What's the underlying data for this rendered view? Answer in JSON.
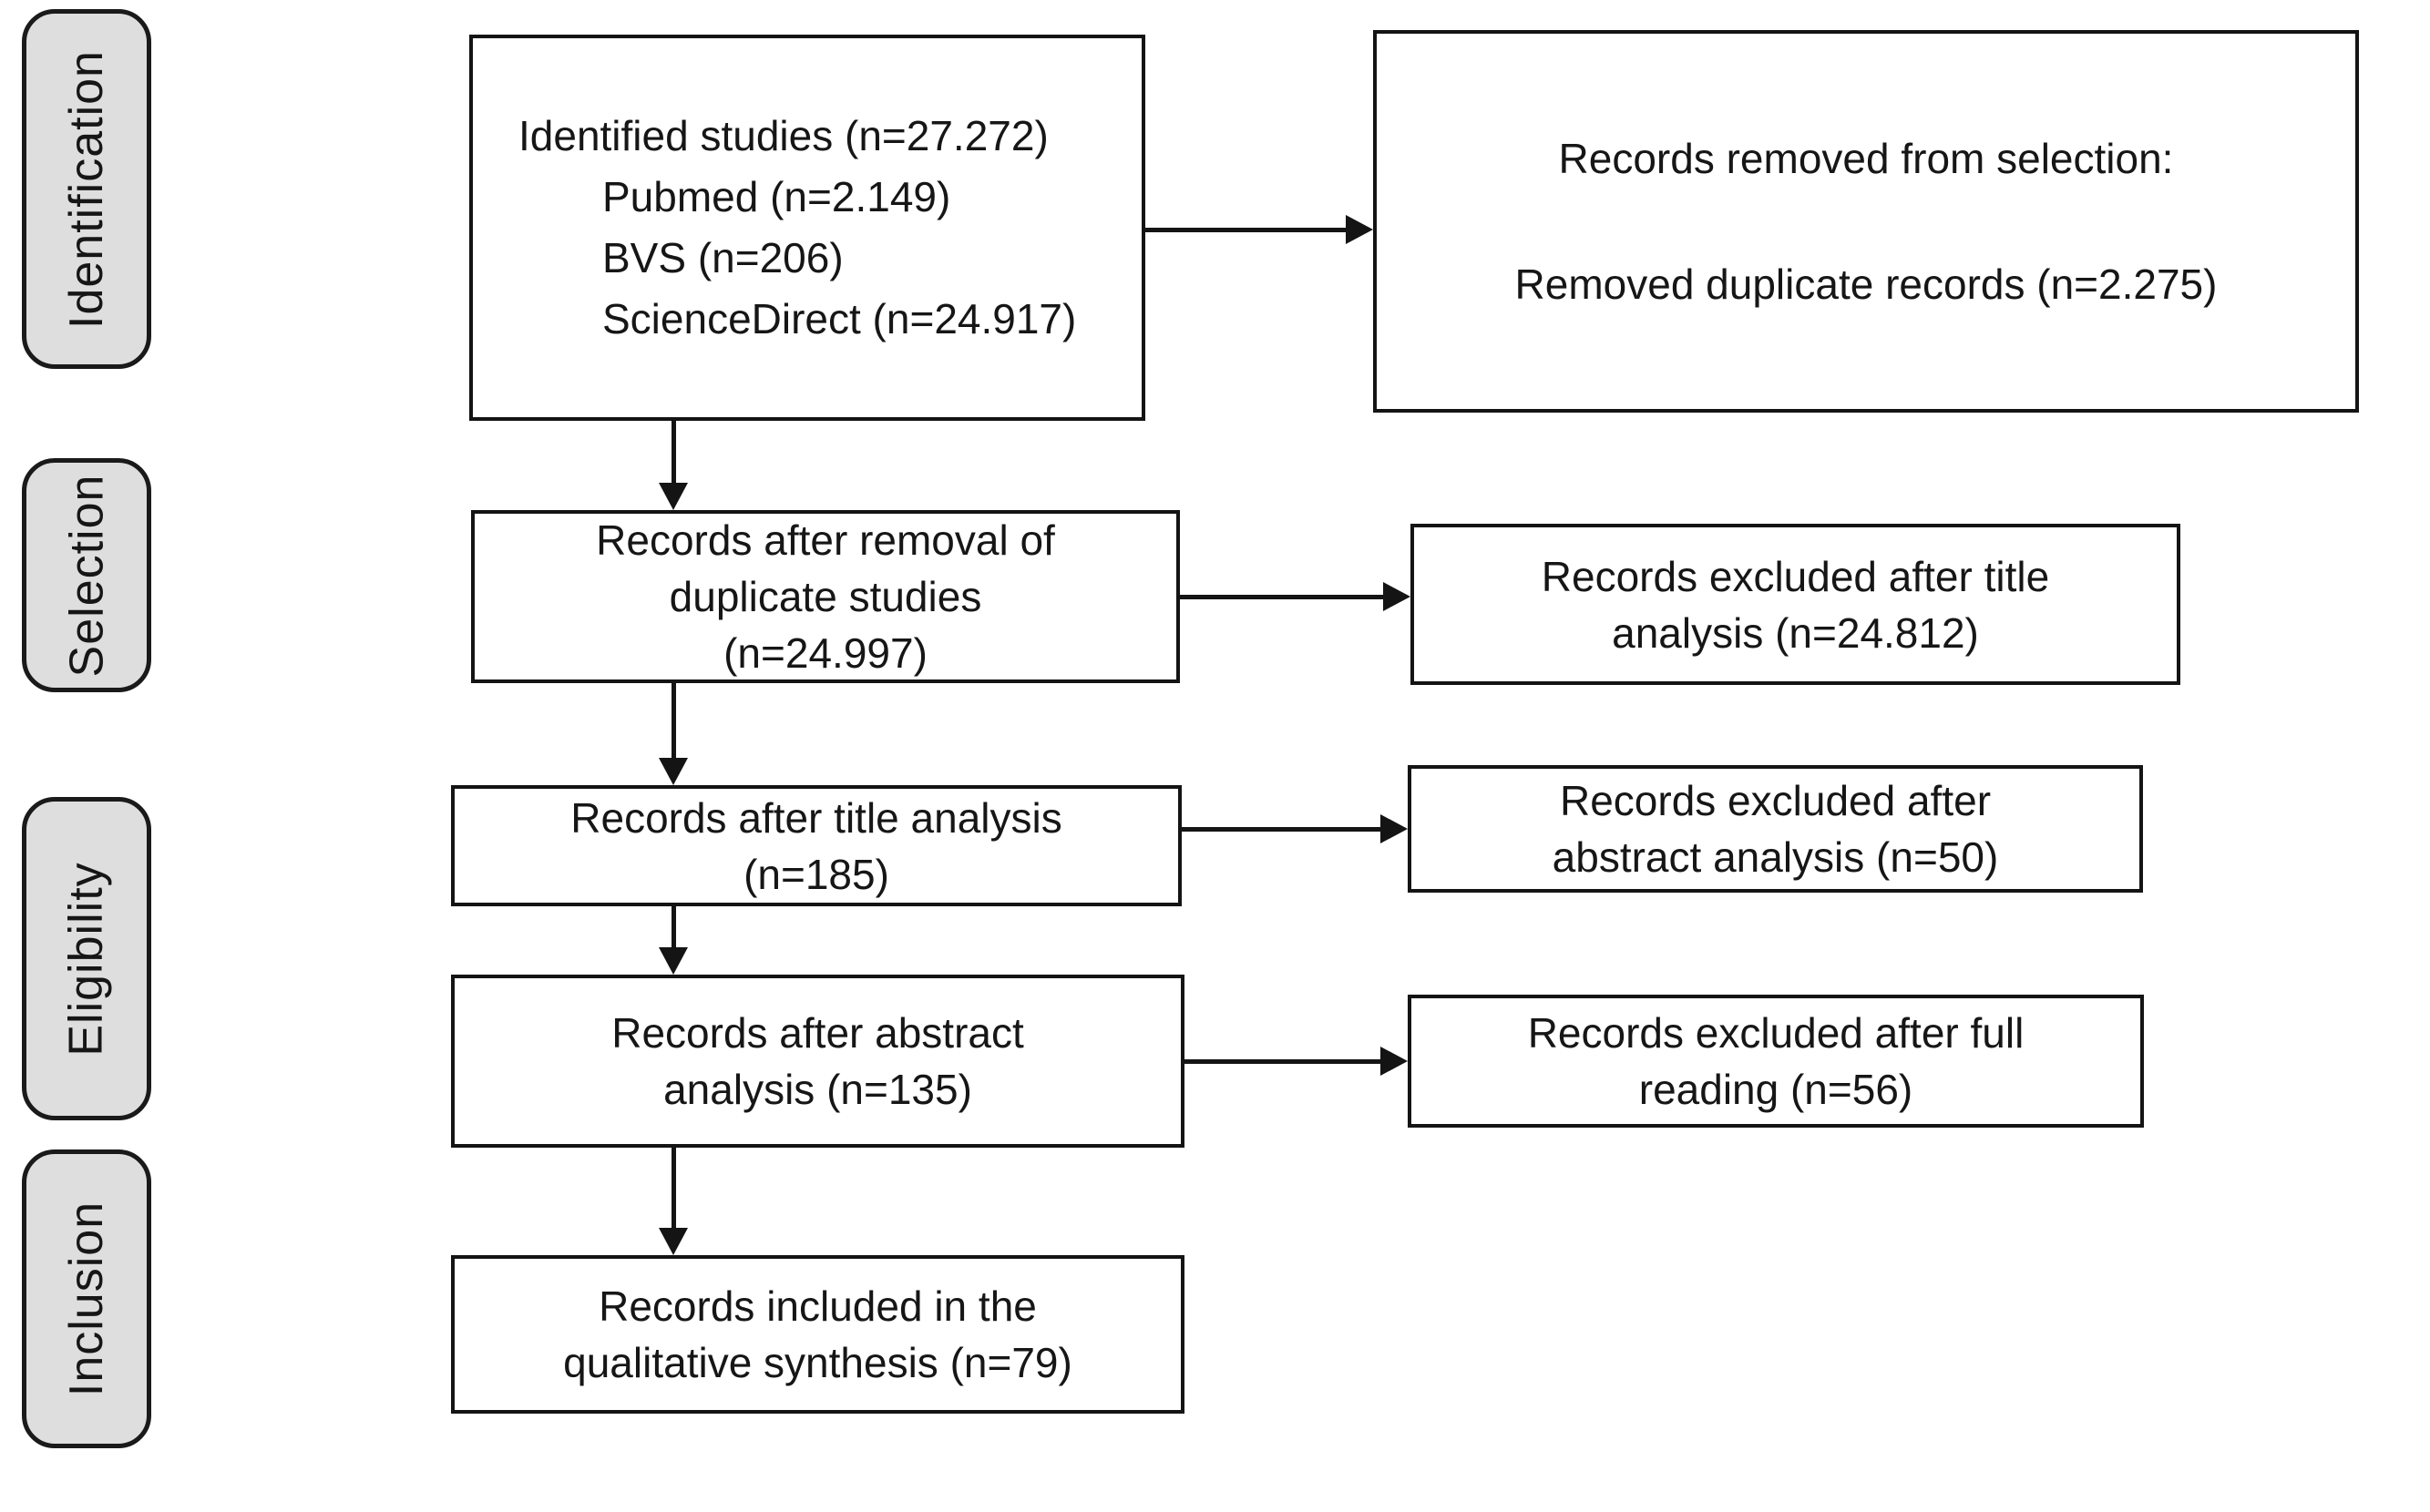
{
  "colors": {
    "background": "#ffffff",
    "box_fill": "#ffffff",
    "box_border": "#141414",
    "stage_fill": "#dedede",
    "stage_border": "#1a1a1a",
    "arrow": "#141414",
    "text": "#161616"
  },
  "stages": [
    {
      "label": "Identification"
    },
    {
      "label": "Selection"
    },
    {
      "label": "Eligibility"
    },
    {
      "label": "Inclusion"
    }
  ],
  "flow": {
    "identified": {
      "lines": [
        "Identified studies (n=27.272)",
        "Pubmed (n=2.149)",
        "BVS (n=206)",
        "ScienceDirect (n=24.917)"
      ]
    },
    "removed": {
      "lines": [
        "Records removed from selection:",
        "Removed duplicate records (n=2.275)"
      ]
    },
    "after_duplicates": {
      "lines": [
        "Records after removal of",
        "duplicate studies",
        "(n=24.997)"
      ]
    },
    "excluded_title": {
      "lines": [
        "Records excluded after title",
        "analysis (n=24.812)"
      ]
    },
    "after_title": {
      "lines": [
        "Records after title analysis",
        "(n=185)"
      ]
    },
    "excluded_abstract": {
      "lines": [
        "Records excluded after",
        "abstract analysis (n=50)"
      ]
    },
    "after_abstract": {
      "lines": [
        "Records after abstract",
        "analysis (n=135)"
      ]
    },
    "excluded_full": {
      "lines": [
        "Records excluded after full",
        "reading (n=56)"
      ]
    },
    "included": {
      "lines": [
        "Records included in the",
        "qualitative synthesis (n=79)"
      ]
    }
  }
}
